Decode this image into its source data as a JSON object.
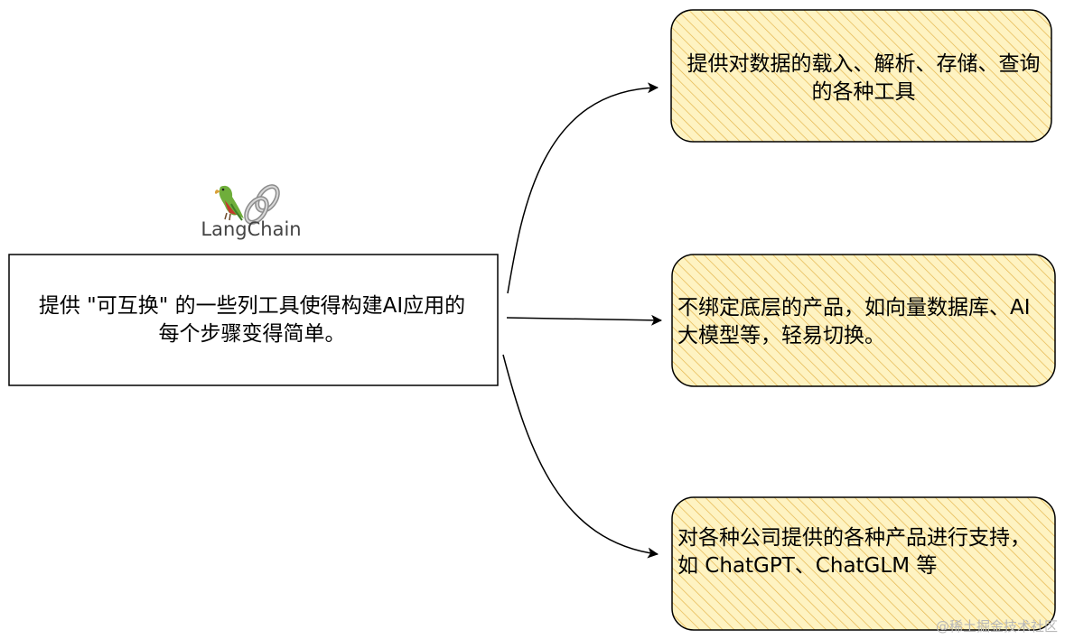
{
  "colors": {
    "box_fill": "#fef3c2",
    "hatch": "#e5b64d",
    "stroke": "#000000"
  },
  "logo": {
    "icons": [
      "parrot-icon",
      "chain-link-icon"
    ],
    "label": "LangChain"
  },
  "main_box": {
    "text": "提供 \"可互换\" 的一些列工具使得构建AI应用的每个步骤变得简单。"
  },
  "right_boxes": [
    {
      "text": "提供对数据的载入、解析、存储、查询的各种工具"
    },
    {
      "text": "不绑定底层的产品，如向量数据库、AI 大模型等，轻易切换。"
    },
    {
      "text": "对各种公司提供的各种产品进行支持，如 ChatGPT、ChatGLM 等"
    }
  ],
  "watermark": "@稀土掘金技术社区"
}
